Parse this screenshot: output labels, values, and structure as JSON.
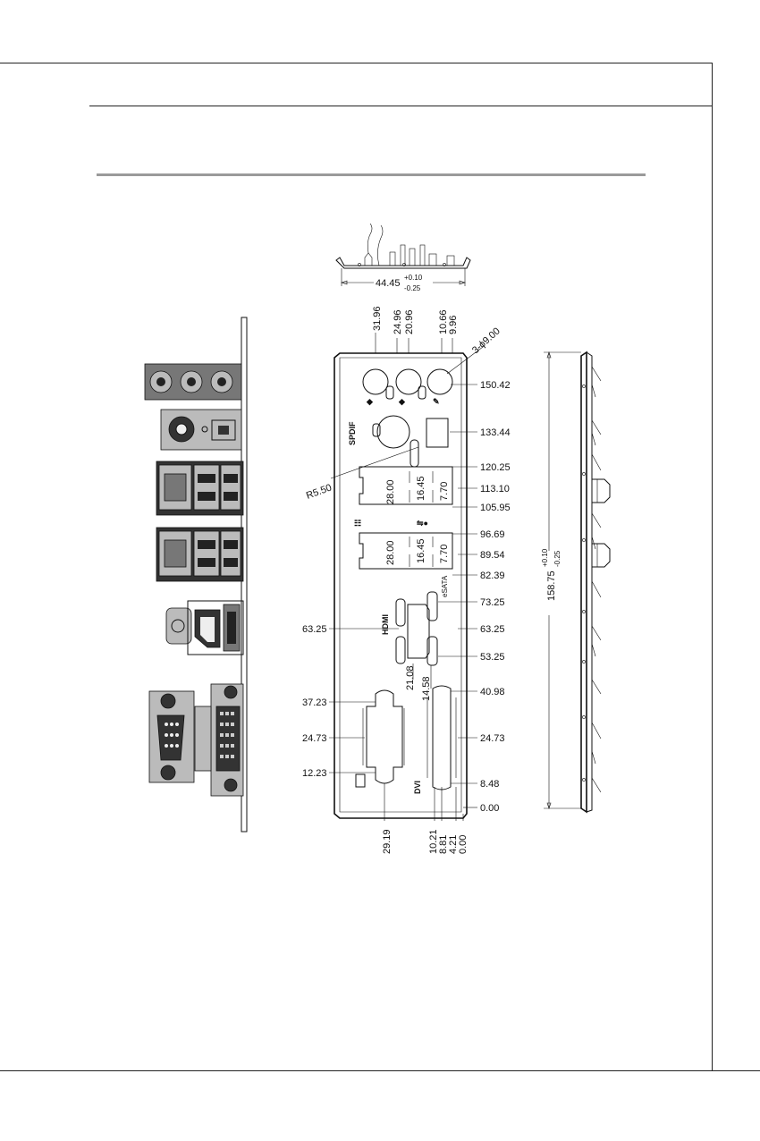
{
  "top_view": {
    "width_dim": "44.45",
    "width_tol_plus": "+0.10",
    "width_tol_minus": "-0.25"
  },
  "side_view": {
    "height_dim": "158.75",
    "height_tol_plus": "+0.10",
    "height_tol_minus": "-0.25"
  },
  "front_view": {
    "top_labels": [
      "31.96",
      "24.96",
      "20.96",
      "10.66",
      "9.96"
    ],
    "hole_callout": "3-ϕ9.00",
    "radius_callout": "R5.50",
    "right_dims": [
      "150.42",
      "133.44",
      "120.25",
      "113.10",
      "105.95",
      "96.69",
      "89.54",
      "82.39",
      "73.25",
      "63.25",
      "53.25",
      "40.98",
      "24.73",
      "8.48",
      "0.00"
    ],
    "left_dims": [
      "63.25",
      "37.23",
      "24.73",
      "12.23"
    ],
    "inner_dims": [
      "28.00",
      "16.45",
      "7.70",
      "28.00",
      "16.45",
      "7.70"
    ],
    "vertical_dims": [
      "21.08",
      "14.58"
    ],
    "bottom_dims": [
      "29.19",
      "10.21",
      "8.81",
      "4.21",
      "0.00"
    ],
    "port_labels": {
      "spdif": "SPDIF",
      "hdmi": "HDMI",
      "esata": "eSATA",
      "dvi": "DVI"
    }
  }
}
